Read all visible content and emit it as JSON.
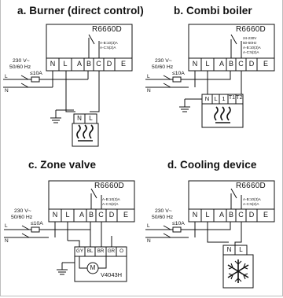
{
  "panels": [
    {
      "title": "a. Burner (direct control)",
      "model": "R6660D",
      "supply_voltage": "230 V~",
      "supply_freq": "50/60 Hz",
      "fuse": "≤10A",
      "line_L": "L",
      "line_N": "N",
      "terminals": [
        "N",
        "L",
        "A",
        "B",
        "C",
        "D",
        "E"
      ],
      "contact_rating": [
        "A-B:10(3)A",
        "A-C:5(2)A"
      ],
      "device_terminals": [
        "N",
        "L"
      ],
      "device_icon": "flame-icon"
    },
    {
      "title": "b. Combi boiler",
      "model": "R6660D",
      "supply_voltage": "230 V~",
      "supply_freq": "50/60 Hz",
      "fuse": "≤10A",
      "line_L": "L",
      "line_N": "N",
      "terminals": [
        "N",
        "L",
        "A",
        "B",
        "C",
        "D",
        "E"
      ],
      "contact_rating": [
        "24-230V",
        "50-60Hz",
        "A-B:10(3)A",
        "A-C:5(2)A"
      ],
      "device_terminals": [
        "N",
        "L",
        "1",
        "T1",
        "T2"
      ],
      "device_icon": "flame-icon"
    },
    {
      "title": "c. Zone valve",
      "model": "R6660D",
      "supply_voltage": "230 V~",
      "supply_freq": "50/60 Hz",
      "fuse": "≤10A",
      "line_L": "L",
      "line_N": "N",
      "terminals": [
        "N",
        "L",
        "A",
        "B",
        "C",
        "D",
        "E"
      ],
      "contact_rating": [
        "A-B:10(3)A",
        "A-C:5(2)A"
      ],
      "device_terminals": [
        "GY",
        "BL",
        "BR",
        "GR",
        "O"
      ],
      "device_label": "M",
      "device_model": "V4043H"
    },
    {
      "title": "d. Cooling device",
      "model": "R6660D",
      "supply_voltage": "230 V~",
      "supply_freq": "50/60 Hz",
      "fuse": "≤10A",
      "line_L": "L",
      "line_N": "N",
      "terminals": [
        "N",
        "L",
        "A",
        "B",
        "C",
        "D",
        "E"
      ],
      "contact_rating": [
        "A-B:10(3)A",
        "A-C:5(2)A"
      ],
      "device_terminals": [
        "N",
        "L"
      ],
      "device_icon": "snowflake-icon"
    }
  ]
}
